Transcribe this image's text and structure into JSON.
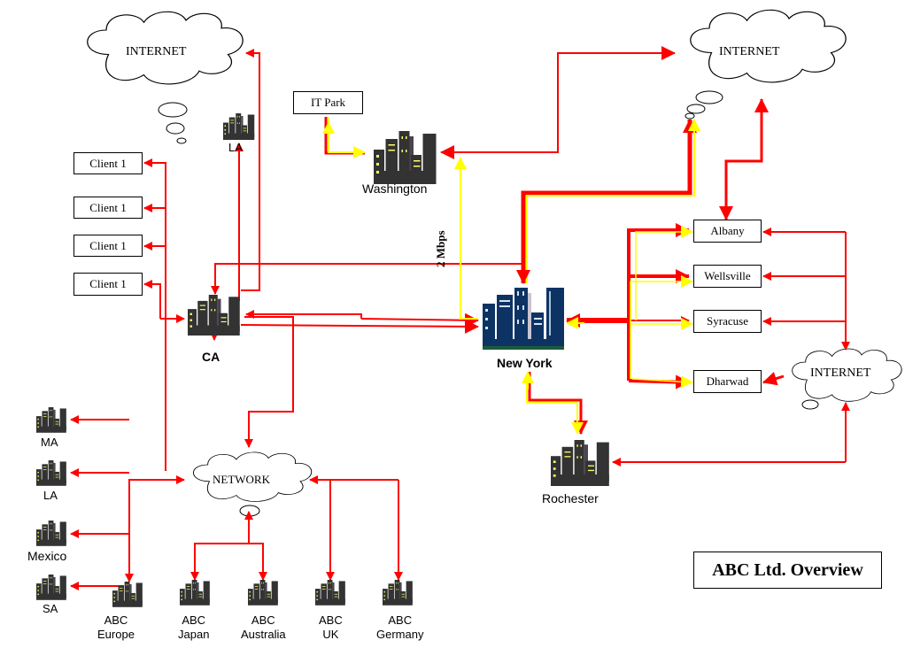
{
  "title": "ABC Ltd. Overview",
  "bandwidth_label": "2 Mbps",
  "colors": {
    "link_red": "#ff0000",
    "link_yellow": "#ffff00",
    "building_dark": "#333333",
    "building_hq": "#0d3364",
    "window_yellow": "#ffff66"
  },
  "clouds": [
    {
      "id": "internet-west",
      "label": "INTERNET"
    },
    {
      "id": "internet-east",
      "label": "INTERNET"
    },
    {
      "id": "internet-south",
      "label": "INTERNET"
    },
    {
      "id": "network",
      "label": "NETWORK"
    }
  ],
  "boxes": {
    "it_park": "IT Park",
    "clients": [
      "Client 1",
      "Client 1",
      "Client 1",
      "Client 1"
    ],
    "offices": [
      "Albany",
      "Wellsville",
      "Syracuse",
      "Dharwad"
    ]
  },
  "sites": {
    "la_top": "LA",
    "washington": "Washington",
    "ca": "CA",
    "new_york": "New York",
    "rochester": "Rochester",
    "ma": "MA",
    "la": "LA",
    "mexico": "Mexico",
    "sa": "SA",
    "abc_europe": "ABC\nEurope",
    "abc_japan": "ABC\nJapan",
    "abc_australia": "ABC\nAustralia",
    "abc_uk": "ABC\nUK",
    "abc_germany": "ABC\nGermany"
  }
}
